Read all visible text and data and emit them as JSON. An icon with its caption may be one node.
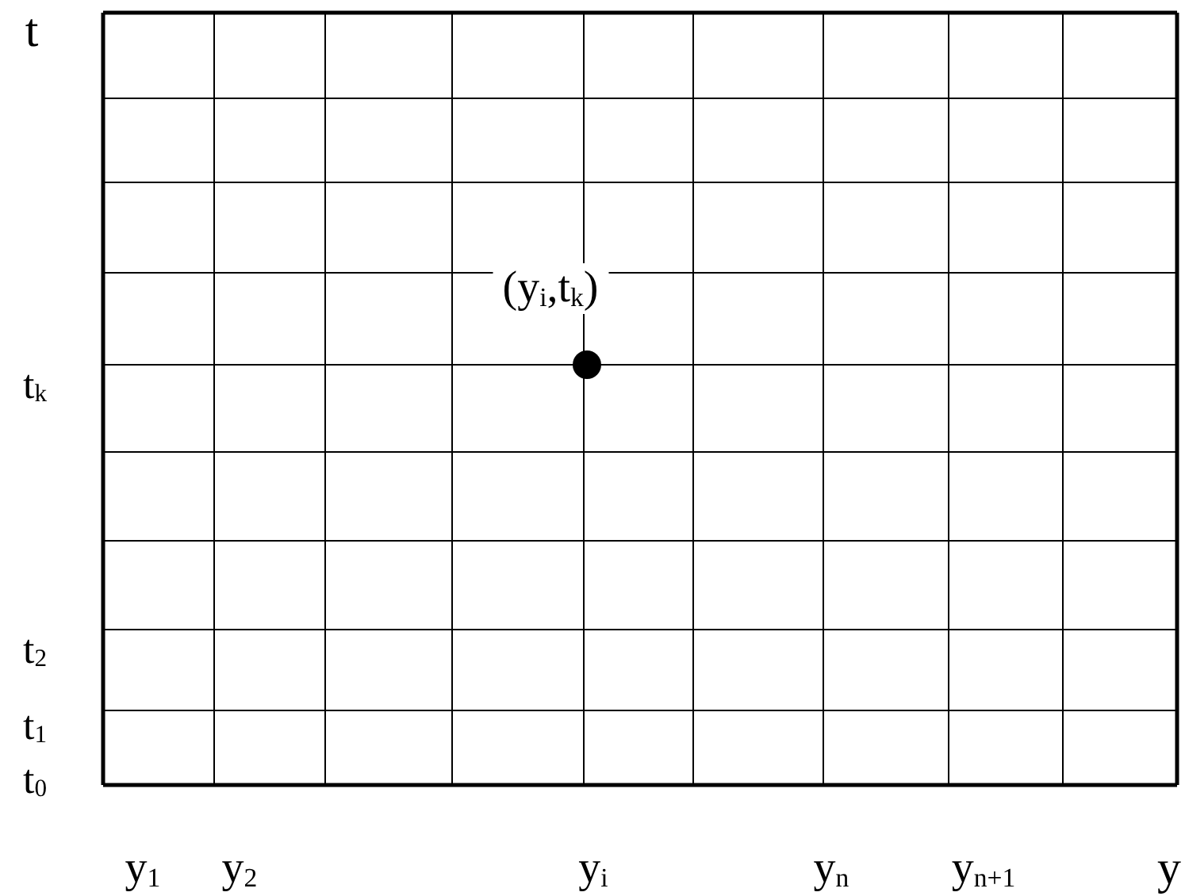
{
  "diagram": {
    "labels": [
      "t",
      "(y$_{i}$,t$_{k}$)",
      "t$_{k}$",
      "t$_{2}$",
      "t$_{1}$",
      "t$_{0}$",
      "y$_{1}$",
      "y$_{2}$",
      "y$_{i}$",
      "y$_{n}$",
      "y$_{n+1}$",
      "y"
    ]
  }
}
